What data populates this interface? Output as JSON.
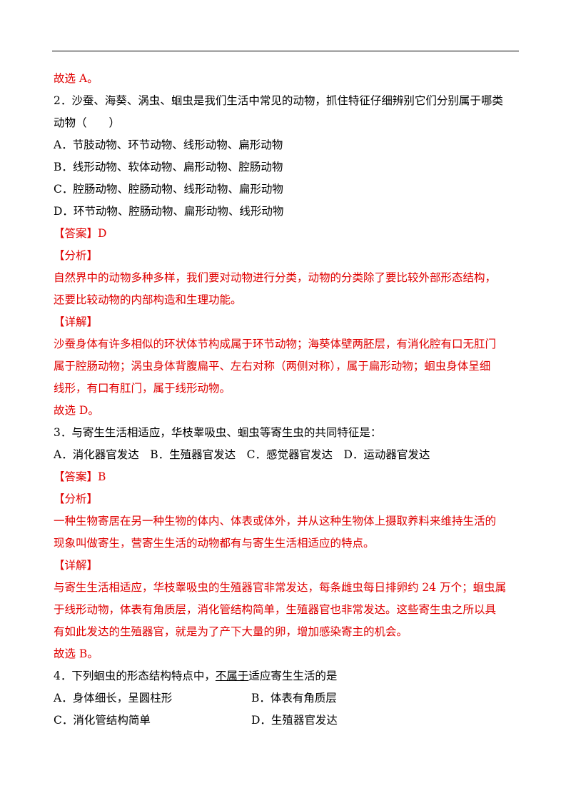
{
  "prev": {
    "conclusion": "故选 A。"
  },
  "q2": {
    "question_l1": "2．沙蚕、海葵、涡虫、蛔虫是我们生活中常见的动物，抓住特征仔细辨别它们分别属于哪类",
    "question_l2": "动物（　　）",
    "opt_a": "A．节肢动物、环节动物、线形动物、扁形动物",
    "opt_b": "B．线形动物、软体动物、扁形动物、腔肠动物",
    "opt_c": "C．腔肠动物、腔肠动物、线形动物、扁形动物",
    "opt_d": "D．环节动物、腔肠动物、扁形动物、线形动物",
    "answer": "【答案】D",
    "analysis_label": "【分析】",
    "analysis_l1": "自然界中的动物多种多样，我们要对动物进行分类，动物的分类除了要比较外部形态结构，",
    "analysis_l2": "还要比较动物的内部构造和生理功能。",
    "detail_label": "【详解】",
    "detail_l1": "沙蚕身体有许多相似的环状体节构成属于环节动物；海葵体壁两胚层，有消化腔有口无肛门",
    "detail_l2": "属于腔肠动物；涡虫身体背腹扁平、左右对称（两侧对称），属于扁形动物；蛔虫身体呈细",
    "detail_l3": "线形，有口有肛门，属于线形动物。",
    "conclusion": "故选 D。"
  },
  "q3": {
    "question": "3．与寄生生活相适应，华枝睾吸虫、蛔虫等寄生虫的共同特征是：",
    "options": "A．消化器官发达　B．生殖器官发达　C．感觉器官发达　D．运动器官发达",
    "answer": "【答案】B",
    "analysis_label": "【分析】",
    "analysis_l1": "一种生物寄居在另一种生物的体内、体表或体外，并从这种生物体上摄取养料来维持生活的",
    "analysis_l2": "现象叫做寄生，营寄生生活的动物都有与寄生生活相适应的特点。",
    "detail_label": "【详解】",
    "detail_l1": "与寄生生活相适应，华枝睾吸虫的生殖器官非常发达，每条雌虫每日排卵约 24 万个；蛔虫属",
    "detail_l2": "于线形动物，体表有角质层，消化管结构简单，生殖器官也非常发达。这些寄生虫之所以具",
    "detail_l3": "有如此发达的生殖器官，就是为了产下大量的卵，增加感染寄主的机会。",
    "conclusion": "故选 B。"
  },
  "q4": {
    "question_pre": "4．下列蛔虫的形态结构特点中，",
    "question_underlined": "不属于",
    "question_post": "适应寄生生活的是",
    "opt_a": "A．身体细长，呈圆柱形",
    "opt_b": "B．体表有角质层",
    "opt_c": "C．消化管结构简单",
    "opt_d": "D．生殖器官发达"
  }
}
